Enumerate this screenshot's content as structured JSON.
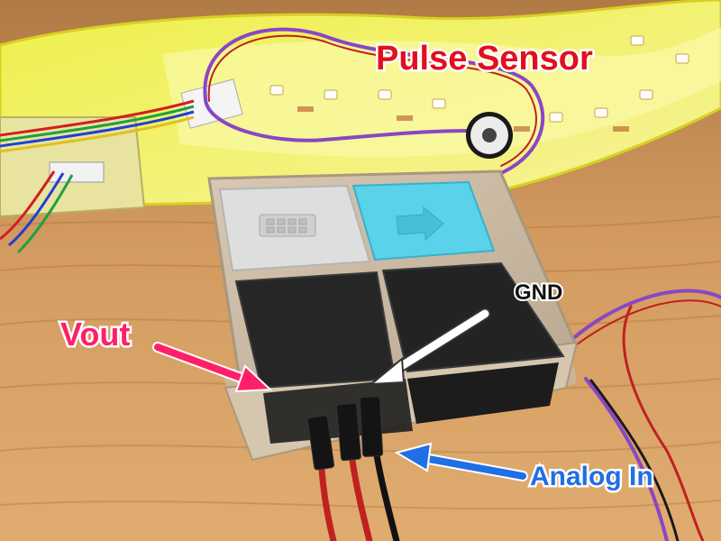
{
  "image": {
    "labels": {
      "pulse_sensor": "Pulse Sensor",
      "vout": "Vout",
      "gnd": "GND",
      "analog_in": "Analog In"
    },
    "colors": {
      "pulse_sensor": "#e0101e",
      "vout": "#ff1f68",
      "gnd": "#111111",
      "analog_in": "#1f6fe6",
      "table": "#c9925a",
      "led_strip": "#f2f24a",
      "tile_white": "#dcdcdc",
      "tile_blue": "#5ad2ea",
      "tile_black": "#232323",
      "wire_purple": "#8a46c4"
    }
  }
}
